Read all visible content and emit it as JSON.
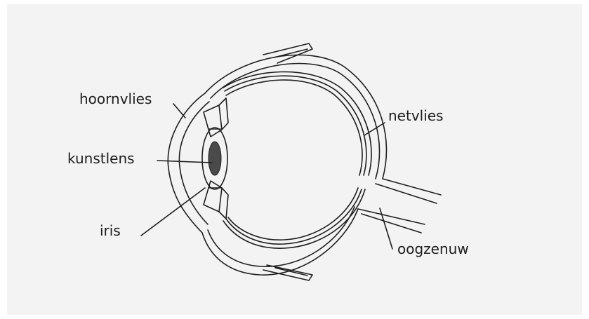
{
  "diagram": {
    "labels": {
      "cornea": "hoornvlies",
      "lens": "kunstlens",
      "iris": "iris",
      "retina": "netvlies",
      "optic_nerve": "oogzenuw"
    },
    "colors": {
      "background": "#f3f3f3",
      "line": "#1e1e1e",
      "lens_fill": "#4a4a4a"
    }
  }
}
